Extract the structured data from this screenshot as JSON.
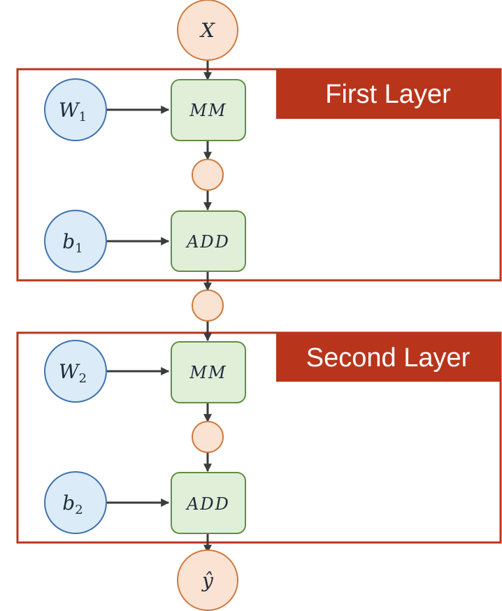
{
  "input": {
    "symbol": "X"
  },
  "output": {
    "symbol": "ŷ"
  },
  "layers": [
    {
      "title": "First Layer",
      "weight": {
        "symbol": "W",
        "subscript": "1"
      },
      "bias": {
        "symbol": "b",
        "subscript": "1"
      },
      "matmul_label": "MM",
      "add_label": "ADD"
    },
    {
      "title": "Second Layer",
      "weight": {
        "symbol": "W",
        "subscript": "2"
      },
      "bias": {
        "symbol": "b",
        "subscript": "2"
      },
      "matmul_label": "MM",
      "add_label": "ADD"
    }
  ],
  "colors": {
    "layer_frame": "#b8351c",
    "variable_node": "#fbe3d3",
    "parameter_node": "#dcebf8",
    "operation_node": "#e1efd8"
  }
}
